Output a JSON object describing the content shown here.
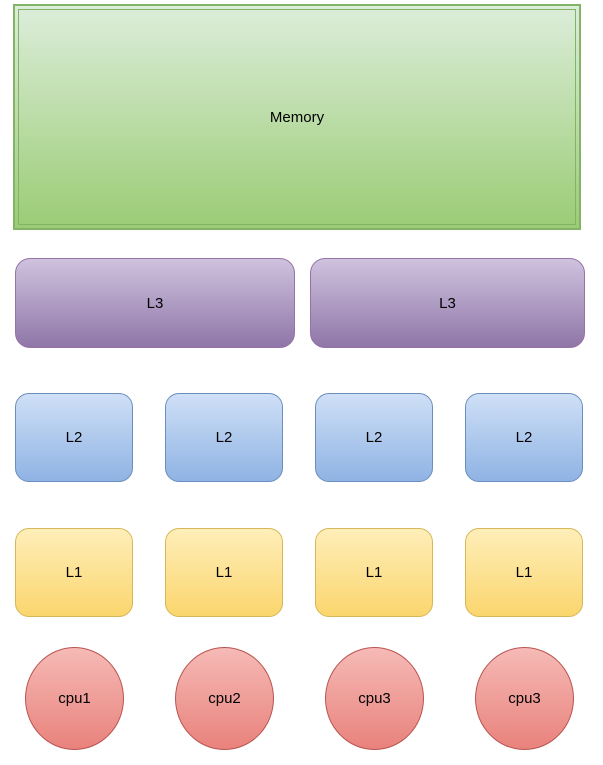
{
  "background_color": "#ffffff",
  "text_color": "#000000",
  "nodes": {
    "memory": {
      "label": "Memory",
      "fill_top": "#dcedda",
      "fill_bottom": "#9bcc75",
      "border_color": "#82b366",
      "border_style": "double"
    },
    "l3": {
      "labels": [
        "L3",
        "L3"
      ],
      "fill_top": "#cfc2de",
      "fill_bottom": "#8f76a8",
      "border_color": "#9673a6"
    },
    "l2": {
      "labels": [
        "L2",
        "L2",
        "L2",
        "L2"
      ],
      "fill_top": "#cfe0f6",
      "fill_bottom": "#8fb3e4",
      "border_color": "#6c8ebf"
    },
    "l1": {
      "labels": [
        "L1",
        "L1",
        "L1",
        "L1"
      ],
      "fill_top": "#feeeb9",
      "fill_bottom": "#fbd66e",
      "border_color": "#d6b656"
    },
    "cpu": {
      "labels": [
        "cpu1",
        "cpu2",
        "cpu3",
        "cpu3"
      ],
      "fill_top": "#f6bab6",
      "fill_bottom": "#e9827c",
      "border_color": "#b85450"
    }
  }
}
